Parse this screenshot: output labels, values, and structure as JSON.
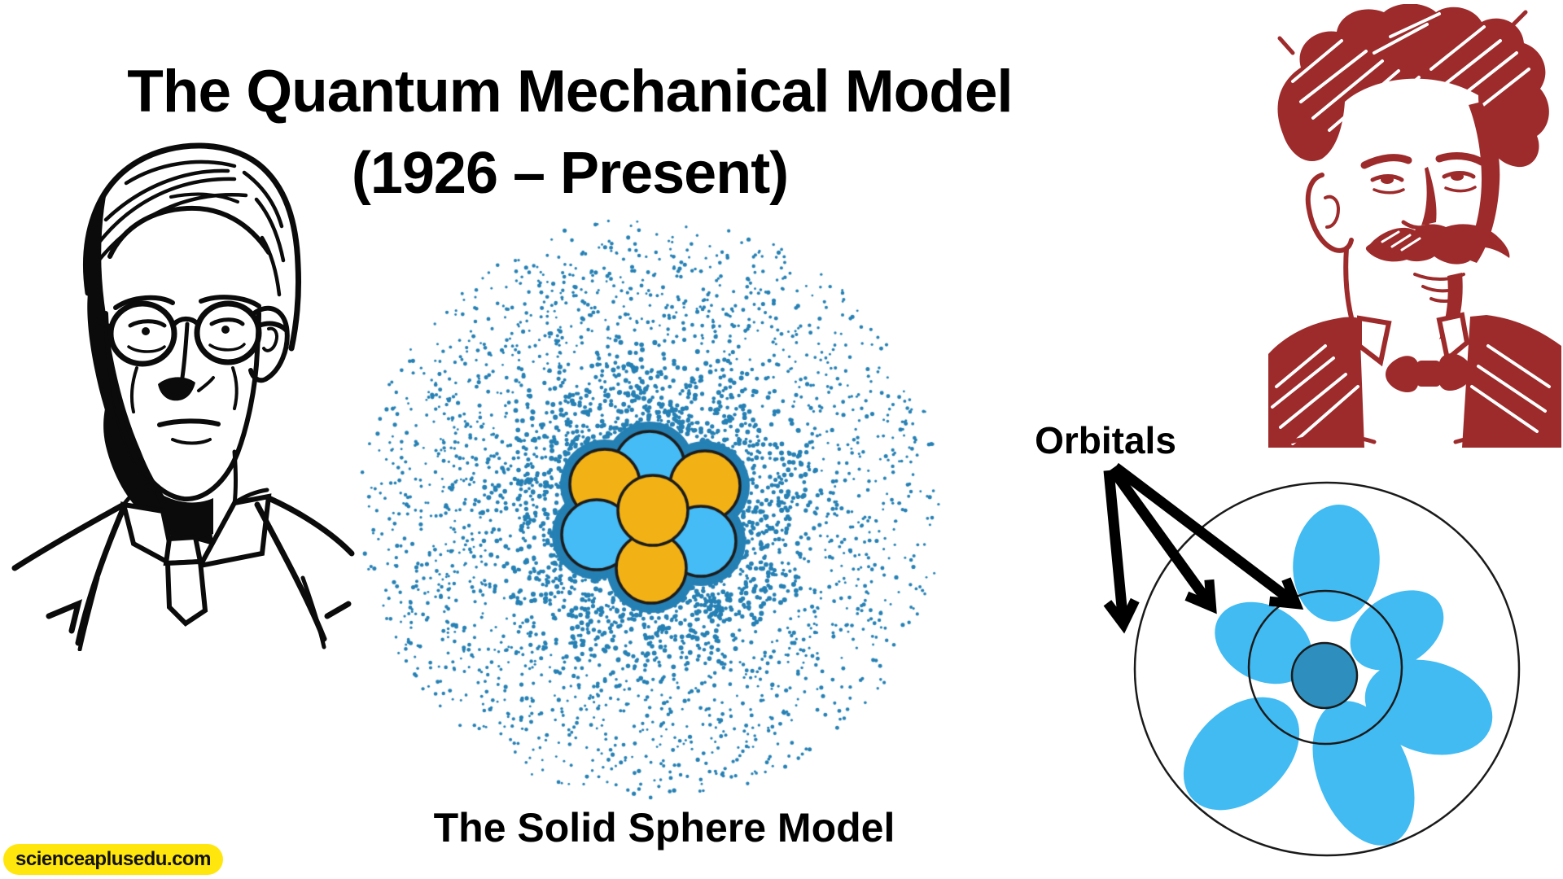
{
  "title": {
    "line1": "The Quantum Mechanical Model",
    "line2": "(1926 – Present)"
  },
  "cloud_figure": {
    "caption": "The Solid Sphere Model",
    "dot_count": 3600,
    "seed": 7
  },
  "orbitals_figure": {
    "label": "Orbitals"
  },
  "badge": {
    "text": "scienceaplusedu.com"
  },
  "colors": {
    "title_color": "#000000",
    "cloud_dot": "#2580B4",
    "proton": "#F2B216",
    "neutron": "#45BCF5",
    "nucleus_outline": "#1C1C1C",
    "orbital_petal": "#41BBF2",
    "orbital_nucleus": "#2E8FBE",
    "diagram_stroke": "#1A1A1A",
    "arrow": "#000000",
    "portrait_left_ink": "#0B0B0B",
    "portrait_right_ink": "#9E2B2B",
    "badge_bg": "#FFE70D",
    "badge_text": "#111111"
  }
}
